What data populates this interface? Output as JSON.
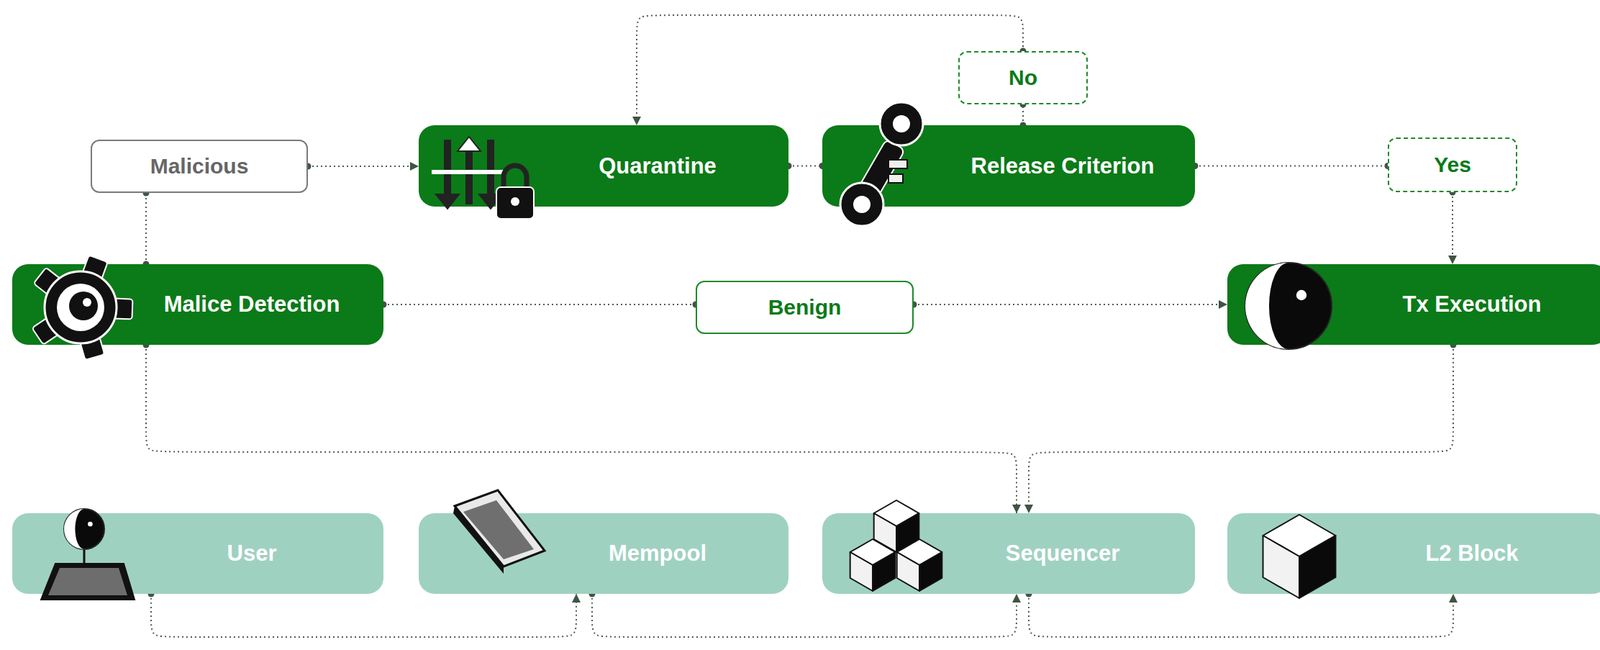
{
  "diagram": {
    "nodes": [
      {
        "text": [
          "Malicious"
        ]
      },
      {
        "text": [
          "Quarantine"
        ]
      },
      {
        "text": [
          "No"
        ]
      },
      {
        "text": [
          "Release Criterion"
        ]
      },
      {
        "text": [
          "Yes"
        ]
      },
      {
        "text": [
          "Malice Detection"
        ]
      },
      {
        "text": [
          "Benign"
        ]
      },
      {
        "text": [
          "Tx Execution"
        ]
      },
      {
        "text": [
          "User"
        ]
      },
      {
        "text": [
          "Mempool"
        ]
      },
      {
        "text": [
          "Sequencer"
        ]
      },
      {
        "text": [
          "L2 Block"
        ]
      }
    ],
    "edges": [
      {
        "from": 5,
        "to": 0,
        "arrow": "none"
      },
      {
        "from": 0,
        "to": 1,
        "arrow": "to"
      },
      {
        "from": 1,
        "to": 3,
        "arrow": "none"
      },
      {
        "from": 3,
        "to": 2,
        "arrow": "none"
      },
      {
        "from": 2,
        "to": 1,
        "arrow": "to"
      },
      {
        "from": 3,
        "to": 4,
        "arrow": "none"
      },
      {
        "from": 4,
        "to": 7,
        "arrow": "to"
      },
      {
        "from": 5,
        "to": 6,
        "arrow": "none"
      },
      {
        "from": 6,
        "to": 7,
        "arrow": "to"
      },
      {
        "from": 5,
        "to": 10,
        "arrow": "to"
      },
      {
        "from": 7,
        "to": 10,
        "arrow": "to"
      },
      {
        "from": 8,
        "to": 9,
        "arrow": "to"
      },
      {
        "from": 9,
        "to": 10,
        "arrow": "to"
      },
      {
        "from": 10,
        "to": 11,
        "arrow": "to"
      }
    ]
  }
}
